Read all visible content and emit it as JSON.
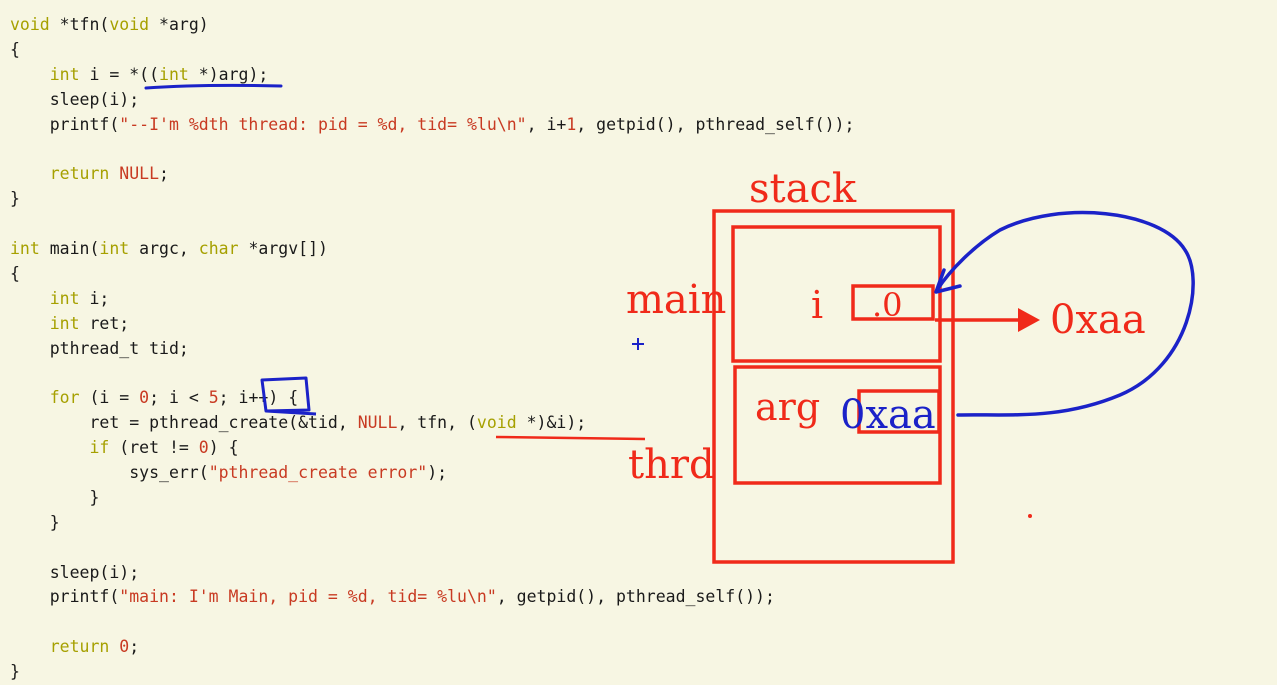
{
  "code_lines": [
    [
      {
        "t": "void",
        "c": "kw"
      },
      {
        "t": " *tfn("
      },
      {
        "t": "void",
        "c": "kw"
      },
      {
        "t": " *arg)"
      }
    ],
    [
      {
        "t": "{"
      }
    ],
    [
      {
        "t": "    "
      },
      {
        "t": "int",
        "c": "kw"
      },
      {
        "t": " i = *(("
      },
      {
        "t": "int",
        "c": "kw"
      },
      {
        "t": " *)arg);"
      }
    ],
    [
      {
        "t": "    sleep(i);"
      }
    ],
    [
      {
        "t": "    printf("
      },
      {
        "t": "\"--I'm %dth thread: pid = %d, tid= %lu\\n\"",
        "c": "str"
      },
      {
        "t": ", i+"
      },
      {
        "t": "1",
        "c": "num"
      },
      {
        "t": ", getpid(), pthread_self());"
      }
    ],
    [
      {
        "t": ""
      }
    ],
    [
      {
        "t": "    "
      },
      {
        "t": "return",
        "c": "kw"
      },
      {
        "t": " "
      },
      {
        "t": "NULL",
        "c": "cst"
      },
      {
        "t": ";"
      }
    ],
    [
      {
        "t": "}"
      }
    ],
    [
      {
        "t": ""
      }
    ],
    [
      {
        "t": "int",
        "c": "kw"
      },
      {
        "t": " main("
      },
      {
        "t": "int",
        "c": "kw"
      },
      {
        "t": " argc, "
      },
      {
        "t": "char",
        "c": "kw"
      },
      {
        "t": " *argv[])"
      }
    ],
    [
      {
        "t": "{"
      }
    ],
    [
      {
        "t": "    "
      },
      {
        "t": "int",
        "c": "kw"
      },
      {
        "t": " i;"
      }
    ],
    [
      {
        "t": "    "
      },
      {
        "t": "int",
        "c": "kw"
      },
      {
        "t": " ret;"
      }
    ],
    [
      {
        "t": "    pthread_t tid;"
      }
    ],
    [
      {
        "t": ""
      }
    ],
    [
      {
        "t": "    "
      },
      {
        "t": "for",
        "c": "kw"
      },
      {
        "t": " (i = "
      },
      {
        "t": "0",
        "c": "num"
      },
      {
        "t": "; i < "
      },
      {
        "t": "5",
        "c": "num"
      },
      {
        "t": "; i++) {"
      }
    ],
    [
      {
        "t": "        ret = pthread_create(&tid, "
      },
      {
        "t": "NULL",
        "c": "cst"
      },
      {
        "t": ", tfn, ("
      },
      {
        "t": "void",
        "c": "kw"
      },
      {
        "t": " *)&i);"
      }
    ],
    [
      {
        "t": "        "
      },
      {
        "t": "if",
        "c": "kw"
      },
      {
        "t": " (ret != "
      },
      {
        "t": "0",
        "c": "num"
      },
      {
        "t": ") {"
      }
    ],
    [
      {
        "t": "            sys_err("
      },
      {
        "t": "\"pthread_create error\"",
        "c": "str"
      },
      {
        "t": ");"
      }
    ],
    [
      {
        "t": "        }"
      }
    ],
    [
      {
        "t": "    }"
      }
    ],
    [
      {
        "t": ""
      }
    ],
    [
      {
        "t": "    sleep(i);"
      }
    ],
    [
      {
        "t": "    printf("
      },
      {
        "t": "\"main: I'm Main, pid = %d, tid= %lu\\n\"",
        "c": "str"
      },
      {
        "t": ", getpid(), pthread_self());"
      }
    ],
    [
      {
        "t": ""
      }
    ],
    [
      {
        "t": "    "
      },
      {
        "t": "return",
        "c": "kw"
      },
      {
        "t": " "
      },
      {
        "t": "0",
        "c": "num"
      },
      {
        "t": ";"
      }
    ],
    [
      {
        "t": "}"
      }
    ]
  ],
  "annotations": {
    "stack_label": "stack",
    "main_label": "main",
    "thrd_label": "thrd",
    "i_label": "i",
    "i_value": ".0",
    "arg_label": "arg",
    "arg_value": "0xaa",
    "address_label": "0xaa"
  },
  "colors": {
    "background": "#f7f6e3",
    "keyword": "#a6a000",
    "string": "#c83a22",
    "annotation_red": "#f02a1a",
    "annotation_blue": "#1b22c8"
  }
}
